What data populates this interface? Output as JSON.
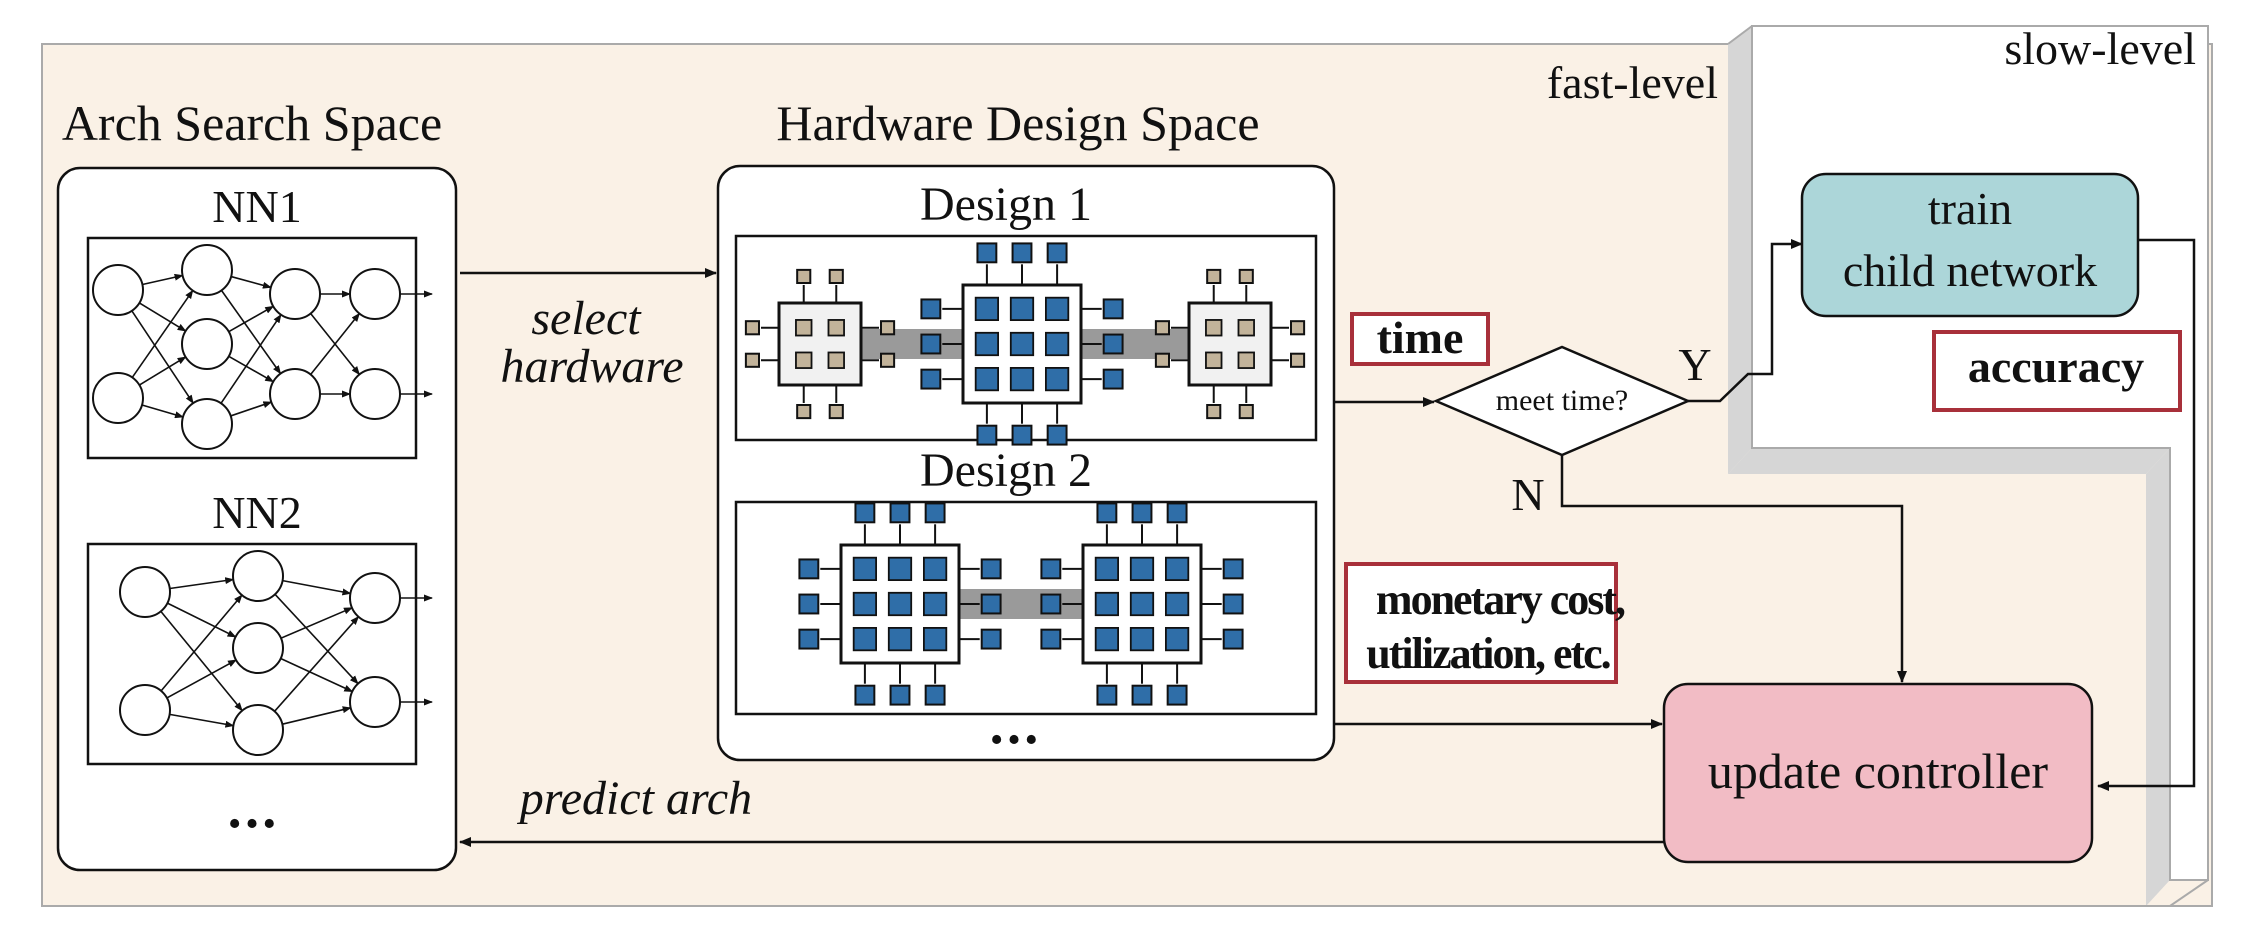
{
  "regions": {
    "fast_level": "fast-level",
    "slow_level": "slow-level"
  },
  "arch_space": {
    "title": "Arch Search Space",
    "nn1_label": "NN1",
    "nn2_label": "NN2",
    "more": "•••"
  },
  "hardware_space": {
    "title": "Hardware Design Space",
    "design1_label": "Design 1",
    "design2_label": "Design 2",
    "more": "•••"
  },
  "edges": {
    "select_hardware_line1": "select",
    "select_hardware_line2": "hardware",
    "predict_arch": "predict arch",
    "yes": "Y",
    "no": "N"
  },
  "metrics": {
    "time": "time",
    "cost_line1": "monetary cost,",
    "cost_line2": "utilization, etc.",
    "accuracy": "accuracy"
  },
  "nodes": {
    "decision": "meet time?",
    "train_line1": "train",
    "train_line2": "child network",
    "update": "update controller"
  },
  "colors": {
    "fast_bg": "#faf1e6",
    "train_box": "#acd6d9",
    "update_box": "#f2bcc5",
    "metric_border": "#a8303a",
    "chip_blue": "#2f6ea8",
    "chip_tan": "#c2b39a",
    "interconnect": "#9a9a9a"
  }
}
